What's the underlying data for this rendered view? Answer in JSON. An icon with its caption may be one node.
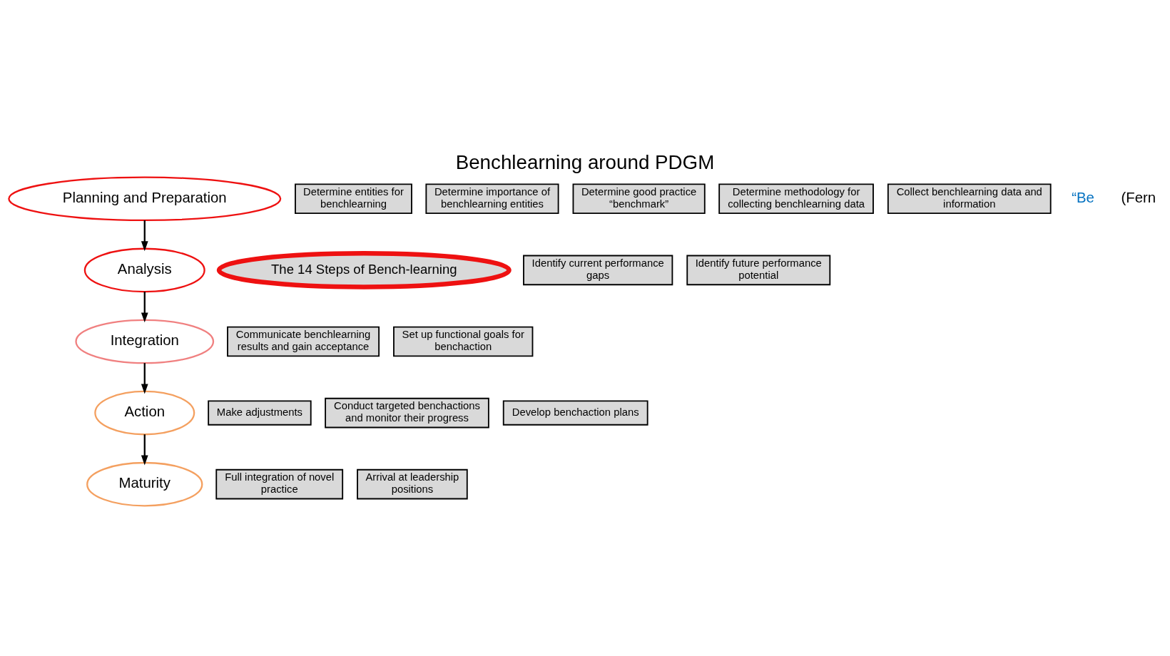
{
  "diagram": {
    "title": "Benchlearning around PDGM",
    "nodes": [
      {
        "text": [
          "Planning and Preparation"
        ]
      },
      {
        "text": [
          "Determine entities for benchlearning"
        ]
      },
      {
        "text": [
          "Determine importance of benchlearning entities"
        ]
      },
      {
        "text": [
          "Determine good practice “benchmark”"
        ]
      },
      {
        "text": [
          "Determine methodology for collecting benchlearning data"
        ]
      },
      {
        "text": [
          "Collect benchlearning data and information"
        ]
      },
      {
        "text": [
          "The 14 Steps of Bench-learning"
        ]
      },
      {
        "text": [
          "Analysis"
        ]
      },
      {
        "text": [
          "Identify current performance gaps"
        ]
      },
      {
        "text": [
          "Identify future performance potential"
        ]
      },
      {
        "text": [
          "Integration"
        ]
      },
      {
        "text": [
          "Communicate benchlearning results and gain acceptance"
        ]
      },
      {
        "text": [
          "Set up functional goals for benchaction"
        ]
      },
      {
        "text": [
          "Action"
        ]
      },
      {
        "text": [
          "Make adjustments"
        ]
      },
      {
        "text": [
          "Conduct targeted benchactions and monitor their progress"
        ]
      },
      {
        "text": [
          "Develop benchaction plans"
        ]
      },
      {
        "text": [
          "Maturity"
        ]
      },
      {
        "text": [
          "Full integration of novel practice"
        ]
      },
      {
        "text": [
          "Arrival at leadership positions"
        ]
      }
    ],
    "edges": [
      {
        "from": 0,
        "to": 7,
        "arrow": "to"
      },
      {
        "from": 7,
        "to": 10,
        "arrow": "to"
      },
      {
        "from": 10,
        "to": 13,
        "arrow": "to"
      },
      {
        "from": 13,
        "to": 17,
        "arrow": "to"
      }
    ],
    "labels": [
      "“Be",
      "(Fern"
    ]
  }
}
